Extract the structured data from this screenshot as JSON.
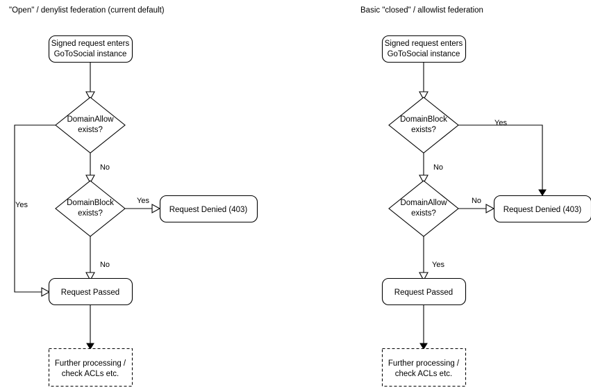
{
  "diagram": {
    "type": "flowchart",
    "background_color": "#ffffff",
    "stroke_color": "#000000",
    "text_color": "#000000",
    "columns": [
      {
        "id": "open-denylist",
        "title": "\"Open\" / denylist federation (current default)",
        "nodes": [
          {
            "id": "start",
            "label_line1": "Signed request enters",
            "label_line2": "GoToSocial instance",
            "shape": "rounded-rect"
          },
          {
            "id": "allow",
            "label_line1": "DomainAllow",
            "label_line2": "exists?",
            "shape": "diamond"
          },
          {
            "id": "block",
            "label_line1": "DomainBlock",
            "label_line2": "exists?",
            "shape": "diamond"
          },
          {
            "id": "denied",
            "label_line1": "Request Denied (403)",
            "label_line2": "",
            "shape": "rounded-rect"
          },
          {
            "id": "passed",
            "label_line1": "Request Passed",
            "label_line2": "",
            "shape": "rounded-rect"
          },
          {
            "id": "further",
            "label_line1": "Further processing /",
            "label_line2": "check ACLs etc.",
            "shape": "dashed-rect"
          }
        ],
        "edges": [
          {
            "from": "start",
            "to": "allow",
            "label": ""
          },
          {
            "from": "allow",
            "to": "passed",
            "label": "Yes"
          },
          {
            "from": "allow",
            "to": "block",
            "label": "No"
          },
          {
            "from": "block",
            "to": "denied",
            "label": "Yes"
          },
          {
            "from": "block",
            "to": "passed",
            "label": "No"
          },
          {
            "from": "passed",
            "to": "further",
            "label": ""
          }
        ]
      },
      {
        "id": "closed-allowlist",
        "title": "Basic \"closed\" / allowlist federation",
        "nodes": [
          {
            "id": "start",
            "label_line1": "Signed request enters",
            "label_line2": "GoToSocial instance",
            "shape": "rounded-rect"
          },
          {
            "id": "block",
            "label_line1": "DomainBlock",
            "label_line2": "exists?",
            "shape": "diamond"
          },
          {
            "id": "allow",
            "label_line1": "DomainAllow",
            "label_line2": "exists?",
            "shape": "diamond"
          },
          {
            "id": "denied",
            "label_line1": "Request Denied (403)",
            "label_line2": "",
            "shape": "rounded-rect"
          },
          {
            "id": "passed",
            "label_line1": "Request Passed",
            "label_line2": "",
            "shape": "rounded-rect"
          },
          {
            "id": "further",
            "label_line1": "Further processing /",
            "label_line2": "check ACLs etc.",
            "shape": "dashed-rect"
          }
        ],
        "edges": [
          {
            "from": "start",
            "to": "block",
            "label": ""
          },
          {
            "from": "block",
            "to": "denied",
            "label": "Yes"
          },
          {
            "from": "block",
            "to": "allow",
            "label": "No"
          },
          {
            "from": "allow",
            "to": "denied",
            "label": "No"
          },
          {
            "from": "allow",
            "to": "passed",
            "label": "Yes"
          },
          {
            "from": "passed",
            "to": "further",
            "label": ""
          }
        ]
      }
    ]
  }
}
